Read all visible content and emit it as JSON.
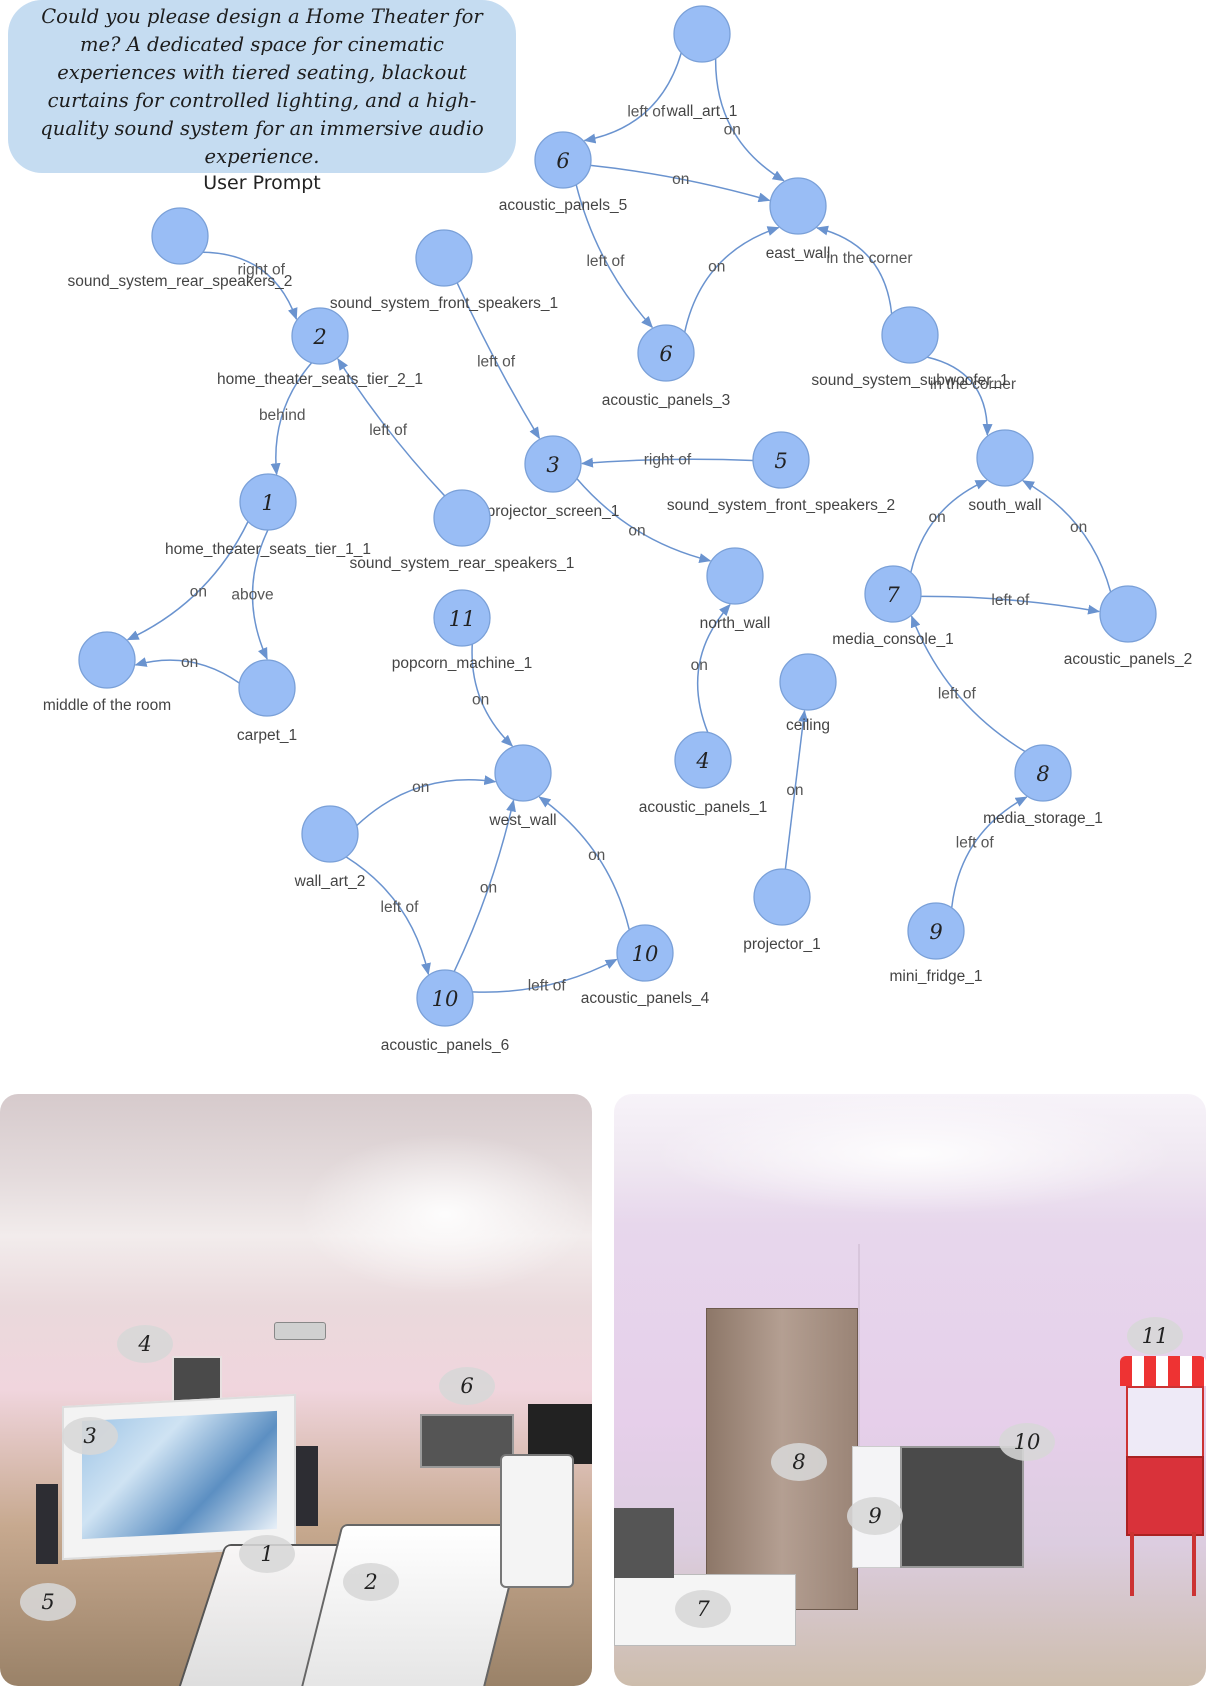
{
  "user_prompt": {
    "text": "Could you please design a Home Theater for me? A dedicated space for cinematic experiences with tiered seating, blackout curtains for controlled lighting, and a high-quality sound system for an immersive audio experience.",
    "caption": "User Prompt"
  },
  "nodes": [
    {
      "id": "wall_art_1",
      "label": "wall_art_1",
      "badge": ""
    },
    {
      "id": "acoustic_panels_5",
      "label": "acoustic_panels_5",
      "badge": "6"
    },
    {
      "id": "east_wall",
      "label": "east_wall",
      "badge": ""
    },
    {
      "id": "acoustic_panels_3",
      "label": "acoustic_panels_3",
      "badge": "6"
    },
    {
      "id": "sound_system_subwoofer_1",
      "label": "sound_system_subwoofer_1",
      "badge": ""
    },
    {
      "id": "south_wall",
      "label": "south_wall",
      "badge": ""
    },
    {
      "id": "sound_system_rear_speakers_2",
      "label": "sound_system_rear_speakers_2",
      "badge": ""
    },
    {
      "id": "home_theater_seats_tier_2_1",
      "label": "home_theater_seats_tier_2_1",
      "badge": "2"
    },
    {
      "id": "sound_system_front_speakers_1",
      "label": "sound_system_front_speakers_1",
      "badge": ""
    },
    {
      "id": "projector_screen_1",
      "label": "projector_screen_1",
      "badge": "3"
    },
    {
      "id": "sound_system_front_speakers_2",
      "label": "sound_system_front_speakers_2",
      "badge": "5"
    },
    {
      "id": "home_theater_seats_tier_1_1",
      "label": "home_theater_seats_tier_1_1",
      "badge": "1"
    },
    {
      "id": "sound_system_rear_speakers_1",
      "label": "sound_system_rear_speakers_1",
      "badge": ""
    },
    {
      "id": "north_wall",
      "label": "north_wall",
      "badge": ""
    },
    {
      "id": "media_console_1",
      "label": "media_console_1",
      "badge": "7"
    },
    {
      "id": "acoustic_panels_2",
      "label": "acoustic_panels_2",
      "badge": ""
    },
    {
      "id": "middle_of_the_room",
      "label": "middle of the room",
      "badge": ""
    },
    {
      "id": "carpet_1",
      "label": "carpet_1",
      "badge": ""
    },
    {
      "id": "popcorn_machine_1",
      "label": "popcorn_machine_1",
      "badge": "11"
    },
    {
      "id": "ceiling",
      "label": "ceiling",
      "badge": ""
    },
    {
      "id": "acoustic_panels_1",
      "label": "acoustic_panels_1",
      "badge": "4"
    },
    {
      "id": "media_storage_1",
      "label": "media_storage_1",
      "badge": "8"
    },
    {
      "id": "west_wall",
      "label": "west_wall",
      "badge": ""
    },
    {
      "id": "wall_art_2",
      "label": "wall_art_2",
      "badge": ""
    },
    {
      "id": "projector_1",
      "label": "projector_1",
      "badge": ""
    },
    {
      "id": "mini_fridge_1",
      "label": "mini_fridge_1",
      "badge": "9"
    },
    {
      "id": "acoustic_panels_4",
      "label": "acoustic_panels_4",
      "badge": "10"
    },
    {
      "id": "acoustic_panels_6",
      "label": "acoustic_panels_6",
      "badge": "10"
    }
  ],
  "edges": [
    {
      "from": "wall_art_1",
      "to": "acoustic_panels_5",
      "label": "left of"
    },
    {
      "from": "wall_art_1",
      "to": "east_wall",
      "label": "on"
    },
    {
      "from": "acoustic_panels_5",
      "to": "east_wall",
      "label": "on"
    },
    {
      "from": "acoustic_panels_5",
      "to": "acoustic_panels_3",
      "label": "left of"
    },
    {
      "from": "acoustic_panels_3",
      "to": "east_wall",
      "label": "on"
    },
    {
      "from": "sound_system_subwoofer_1",
      "to": "east_wall",
      "label": "in the corner"
    },
    {
      "from": "sound_system_subwoofer_1",
      "to": "south_wall",
      "label": "in the corner"
    },
    {
      "from": "sound_system_rear_speakers_2",
      "to": "home_theater_seats_tier_2_1",
      "label": "right of"
    },
    {
      "from": "home_theater_seats_tier_2_1",
      "to": "home_theater_seats_tier_1_1",
      "label": "behind"
    },
    {
      "from": "sound_system_rear_speakers_1",
      "to": "home_theater_seats_tier_2_1",
      "label": "left of"
    },
    {
      "from": "sound_system_front_speakers_1",
      "to": "projector_screen_1",
      "label": "left of"
    },
    {
      "from": "sound_system_front_speakers_2",
      "to": "projector_screen_1",
      "label": "right of"
    },
    {
      "from": "projector_screen_1",
      "to": "north_wall",
      "label": "on"
    },
    {
      "from": "home_theater_seats_tier_1_1",
      "to": "middle_of_the_room",
      "label": "on"
    },
    {
      "from": "home_theater_seats_tier_1_1",
      "to": "carpet_1",
      "label": "above"
    },
    {
      "from": "carpet_1",
      "to": "middle_of_the_room",
      "label": "on"
    },
    {
      "from": "media_console_1",
      "to": "south_wall",
      "label": "on"
    },
    {
      "from": "media_console_1",
      "to": "acoustic_panels_2",
      "label": "left of"
    },
    {
      "from": "acoustic_panels_2",
      "to": "south_wall",
      "label": "on"
    },
    {
      "from": "acoustic_panels_1",
      "to": "north_wall",
      "label": "on"
    },
    {
      "from": "media_storage_1",
      "to": "media_console_1",
      "label": "left of"
    },
    {
      "from": "mini_fridge_1",
      "to": "media_storage_1",
      "label": "left of"
    },
    {
      "from": "projector_1",
      "to": "ceiling",
      "label": "on"
    },
    {
      "from": "popcorn_machine_1",
      "to": "west_wall",
      "label": "on"
    },
    {
      "from": "wall_art_2",
      "to": "west_wall",
      "label": "on"
    },
    {
      "from": "wall_art_2",
      "to": "acoustic_panels_6",
      "label": "left of"
    },
    {
      "from": "acoustic_panels_6",
      "to": "west_wall",
      "label": "on"
    },
    {
      "from": "acoustic_panels_4",
      "to": "west_wall",
      "label": "on"
    },
    {
      "from": "acoustic_panels_6",
      "to": "acoustic_panels_4",
      "label": "left of"
    }
  ],
  "render_left": {
    "badges": [
      "4",
      "3",
      "6",
      "1",
      "2",
      "5"
    ]
  },
  "render_right": {
    "badges": [
      "11",
      "8",
      "10",
      "9",
      "7"
    ]
  },
  "colors": {
    "node_fill": "#99bdf5",
    "edge": "#6a93cf",
    "prompt_bg": "#c5dcf1"
  }
}
